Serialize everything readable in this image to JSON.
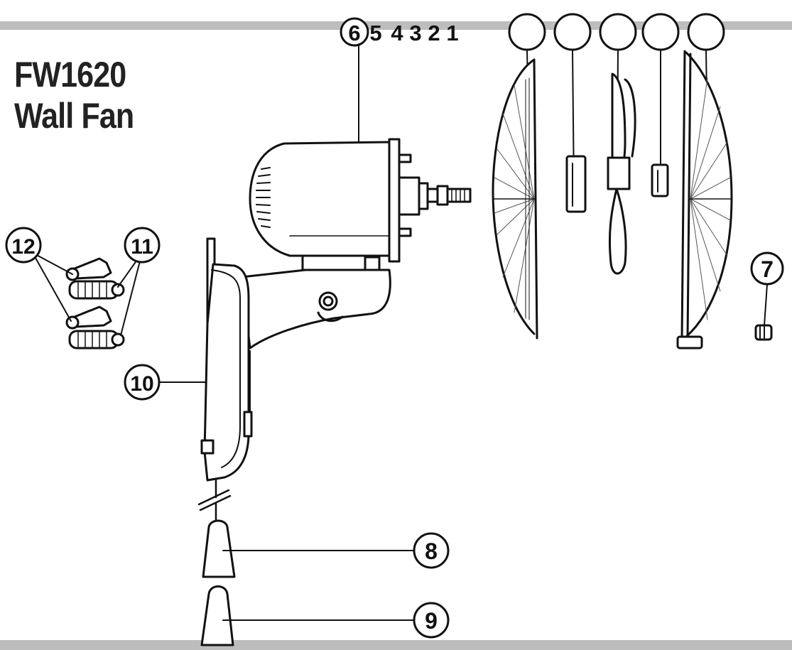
{
  "title": {
    "line1": "FW1620",
    "line2": "Wall Fan"
  },
  "part_numbers": {
    "p1": "1",
    "p2": "2",
    "p3": "3",
    "p4": "4",
    "p5": "5",
    "p6": "6",
    "p7": "7",
    "p8": "8",
    "p9": "9",
    "p10": "10",
    "p11": "11",
    "p12": "12"
  },
  "colors": {
    "line": "#111111",
    "bar": "#bdbdbd",
    "background": "#ffffff"
  }
}
